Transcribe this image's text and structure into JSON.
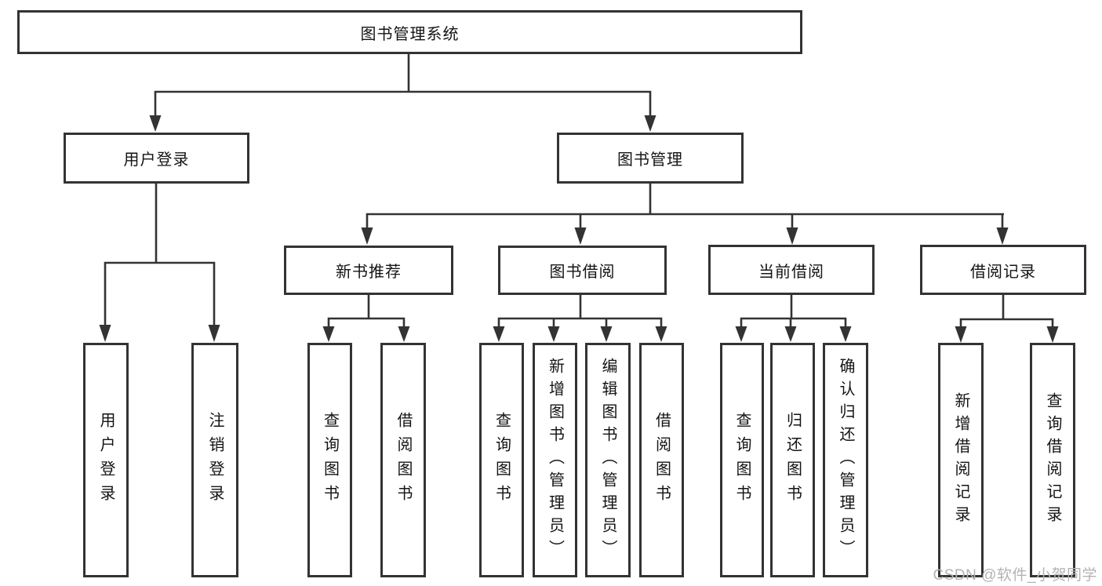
{
  "tree": {
    "root": "图书管理系统",
    "children": [
      {
        "label": "用户登录",
        "children": [
          "用户登录",
          "注销登录"
        ]
      },
      {
        "label": "图书管理",
        "children": [
          {
            "label": "新书推荐",
            "children": [
              "查询图书",
              "借阅图书"
            ]
          },
          {
            "label": "图书借阅",
            "children": [
              "查询图书",
              "新增图书（管理员）",
              "编辑图书（管理员）",
              "借阅图书"
            ]
          },
          {
            "label": "当前借阅",
            "children": [
              "查询图书",
              "归还图书",
              "确认归还（管理员）"
            ]
          },
          {
            "label": "借阅记录",
            "children": [
              "新增借阅记录",
              "查询借阅记录"
            ]
          }
        ]
      }
    ]
  },
  "watermark": "CSDN @软件_小贺同学",
  "colors": {
    "line": "#333333",
    "box_border": "#333333",
    "text": "#141414",
    "watermark": "#b3b3b3",
    "background": "#ffffff"
  }
}
